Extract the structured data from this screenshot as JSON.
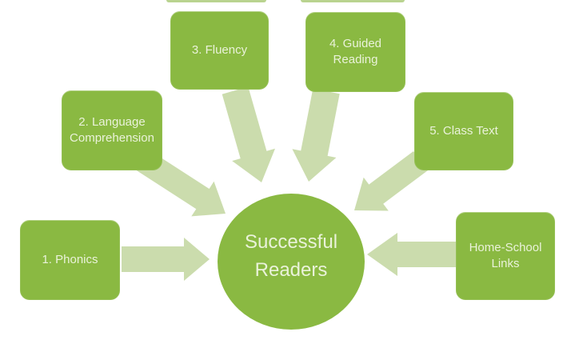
{
  "center": {
    "label": "Successful Readers"
  },
  "nodes": [
    {
      "id": "phonics",
      "label": "1. Phonics"
    },
    {
      "id": "language-comprehension",
      "label": "2. Language Comprehension"
    },
    {
      "id": "fluency",
      "label": "3. Fluency"
    },
    {
      "id": "guided-reading",
      "label": "4. Guided Reading"
    },
    {
      "id": "class-text",
      "label": "5. Class Text"
    },
    {
      "id": "home-school-links",
      "label": "Home-School Links"
    }
  ],
  "colors": {
    "node_fill": "#8ab942",
    "arrow_fill": "#cbdcad",
    "label_text": "#eaf2da",
    "artifact_strip": "#b9d38f",
    "background": "#ffffff"
  }
}
